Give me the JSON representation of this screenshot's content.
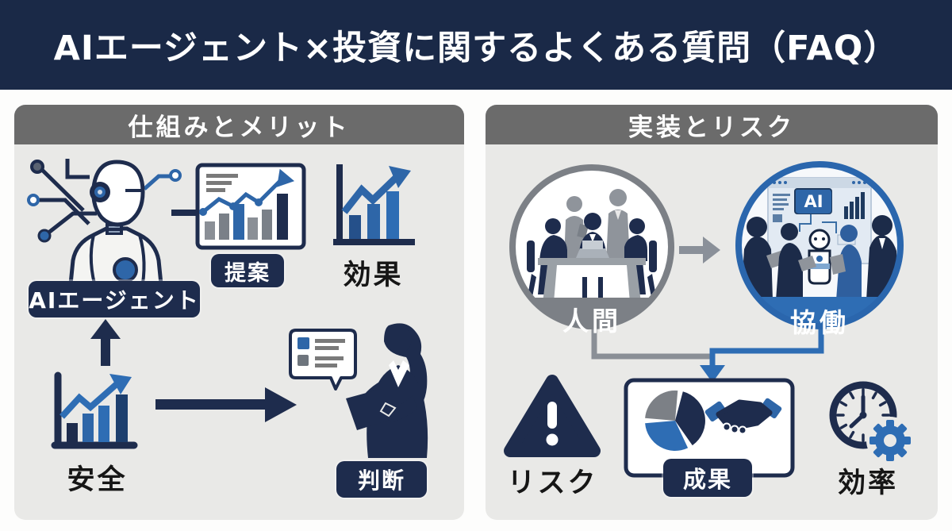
{
  "header": {
    "title": "AIエージェント×投資に関するよくある質問（FAQ）"
  },
  "panels": {
    "left": {
      "title": "仕組みとメリット",
      "labels": {
        "agent": "AIエージェント",
        "proposal": "提案",
        "effect": "効果",
        "safety": "安全",
        "judgment": "判断"
      }
    },
    "right": {
      "title": "実装とリスク",
      "labels": {
        "human": "人間",
        "collaboration": "協働",
        "risk": "リスク",
        "result": "成果",
        "efficiency": "効率",
        "ai_badge": "AI"
      }
    }
  },
  "colors": {
    "header_bg": "#1a2947",
    "navy": "#1e2c4d",
    "blue": "#2e6db4",
    "blue_mid": "#2e66a8",
    "blue_border": "#2a66ad",
    "gray_bar": "#6b6b6b",
    "gray_circle": "#7c8086",
    "gray_arrow": "#8a9099",
    "panel_bg": "#e9e9e7"
  }
}
